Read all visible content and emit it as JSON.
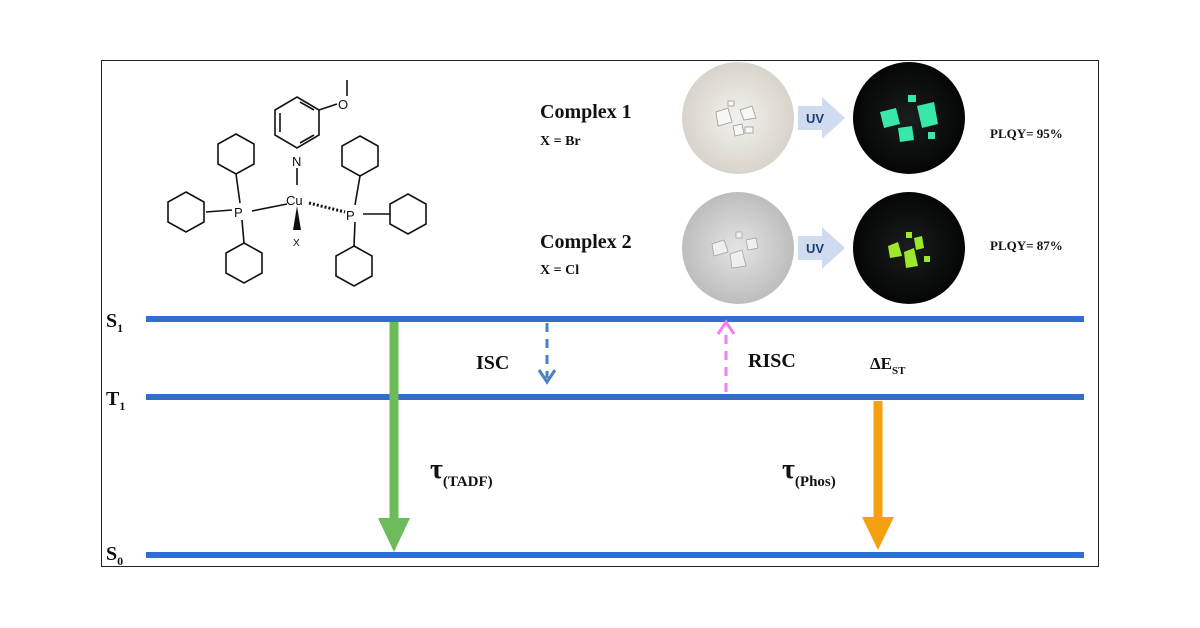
{
  "molecule": {
    "atoms": {
      "n": "N",
      "cu": "Cu",
      "p_left": "P",
      "p_right": "P",
      "x": "X"
    }
  },
  "complexes": [
    {
      "name": "Complex 1",
      "halide": "X = Br",
      "uv_label": "UV",
      "plqy": "PLQY= 95%",
      "emission_color": "#39e8a8",
      "ambient_color": "#e6e3dc"
    },
    {
      "name": "Complex 2",
      "halide": "X = Cl",
      "uv_label": "UV",
      "plqy": "PLQY= 87%",
      "emission_color": "#9de82a",
      "ambient_color": "#d9d9d9"
    }
  ],
  "levels": {
    "s1": "S",
    "s1_sub": "1",
    "t1": "T",
    "t1_sub": "1",
    "s0": "S",
    "s0_sub": "0"
  },
  "transitions": {
    "isc": "ISC",
    "risc": "RISC",
    "delta_est": "ΔE",
    "delta_est_sub": "ST",
    "tau": "τ",
    "tadf_sub": "(TADF)",
    "phos_sub": "(Phos)"
  },
  "colors": {
    "level_line": "#2f6fd0",
    "tadf_arrow": "#6dbb5a",
    "phos_arrow": "#f5a00e",
    "isc_arrow": "#4a7fc1",
    "risc_arrow": "#f27ef0",
    "uv_arrow": "#cfdcef",
    "uv_text": "#1c3b75"
  }
}
